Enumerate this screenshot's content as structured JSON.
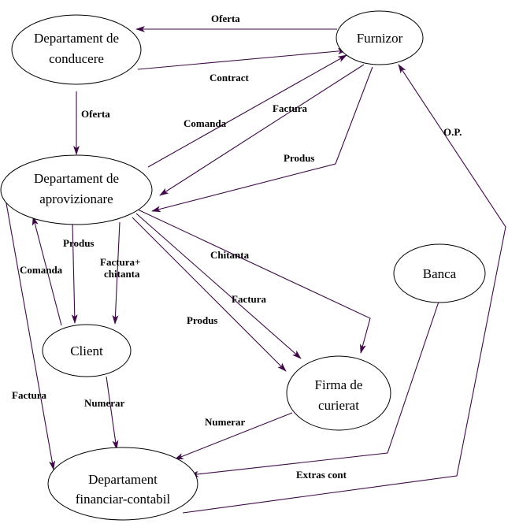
{
  "colors": {
    "arrow": "#3d0a46",
    "stroke": "#000000",
    "text": "#000000",
    "background": "#ffffff"
  },
  "nodes": {
    "conducere": [
      "Departament de",
      "conducere"
    ],
    "furnizor": [
      "Furnizor"
    ],
    "aprovizionare": [
      "Departament de",
      "aprovizionare"
    ],
    "banca": [
      "Banca"
    ],
    "client": [
      "Client"
    ],
    "curierat": [
      "Firma de",
      "curierat"
    ],
    "financiar": [
      "Departament",
      "financiar-contabil"
    ]
  },
  "edges": {
    "oferta_furnizor_conducere": [
      "Oferta"
    ],
    "contract": [
      "Contract"
    ],
    "oferta_conducere_aprovizionare": [
      "Oferta"
    ],
    "comanda_aprovizionare_furnizor": [
      "Comanda"
    ],
    "factura_furnizor_aprovizionare": [
      "Factura"
    ],
    "produs_furnizor_aprovizionare": [
      "Produs"
    ],
    "op": [
      "O.P."
    ],
    "produs_aprovizionare_client": [
      "Produs"
    ],
    "factura_chitanta": [
      "Factura+",
      "chitanta"
    ],
    "comanda_client_aprovizionare": [
      "Comanda"
    ],
    "chitanta": [
      "Chitanta"
    ],
    "factura_aprovizionare_curierat": [
      "Factura"
    ],
    "produs_aprovizionare_curierat": [
      "Produs"
    ],
    "factura_aprovizionare_financiar": [
      "Factura"
    ],
    "numerar_client_financiar": [
      "Numerar"
    ],
    "numerar_curierat_financiar": [
      "Numerar"
    ],
    "extras_cont": [
      "Extras cont"
    ]
  }
}
